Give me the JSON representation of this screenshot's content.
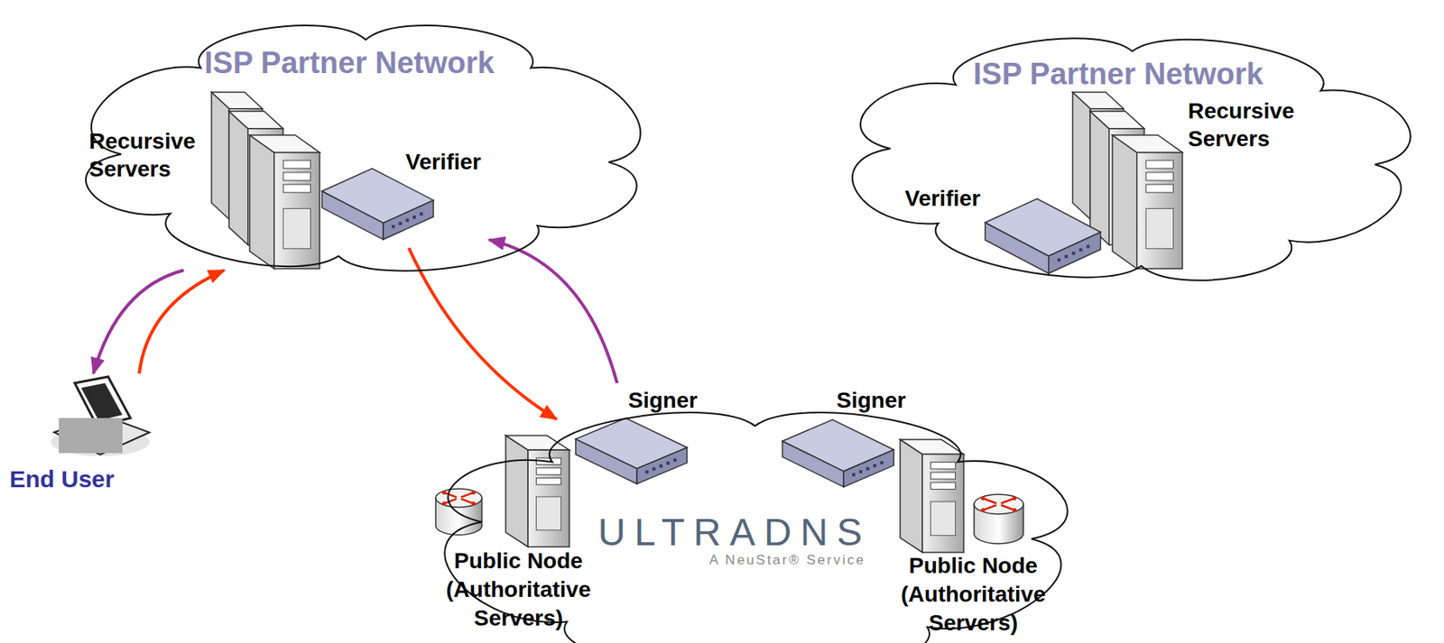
{
  "diagram": {
    "nodes": [
      {
        "text": [
          "ISP Partner Network"
        ]
      },
      {
        "text": [
          "Recursive Servers"
        ],
        "in": 0
      },
      {
        "text": [
          "Verifier"
        ],
        "in": 0
      },
      {
        "text": [
          "ISP Partner Network"
        ]
      },
      {
        "text": [
          "Recursive Servers"
        ],
        "in": 3
      },
      {
        "text": [
          "Verifier"
        ],
        "in": 3
      },
      {
        "text": [
          "End User"
        ]
      },
      {
        "text": [
          "ULTRADNS",
          "A NeuStar® Service"
        ]
      },
      {
        "text": [
          "Signer"
        ],
        "in": 7
      },
      {
        "text": [
          "Signer"
        ],
        "in": 7
      },
      {
        "text": [
          "Public Node (Authoritative Servers)"
        ],
        "in": 7
      },
      {
        "text": [
          "Public Node (Authoritative Servers)"
        ],
        "in": 7
      }
    ],
    "edges": [
      {
        "from": 6,
        "to": 1,
        "arrow": "to"
      },
      {
        "from": 1,
        "to": 6,
        "arrow": "to"
      },
      {
        "from": 2,
        "to": 8,
        "arrow": "to"
      },
      {
        "from": 8,
        "to": 2,
        "arrow": "to"
      }
    ]
  }
}
